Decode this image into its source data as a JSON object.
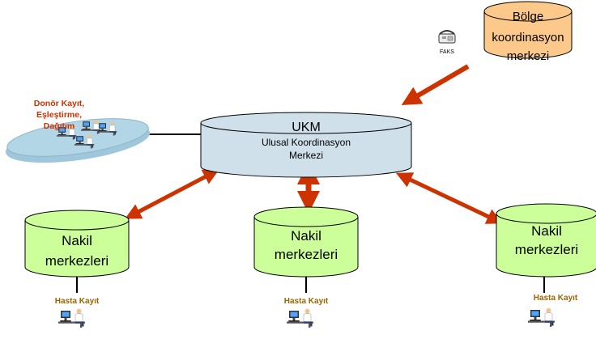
{
  "regional_center": {
    "line1": "Bölge",
    "line2": "koordinasyon",
    "line3": "merkezi"
  },
  "fax": {
    "label": "FAKS"
  },
  "ukm": {
    "title": "UKM",
    "subtitle_line1": "Ulusal Koordinasyon",
    "subtitle_line2": "Merkezi"
  },
  "donor": {
    "line1": "Donör Kayıt,",
    "line2": "Eşleştirme,",
    "line3": "Dağıtım"
  },
  "transplant_centers": [
    {
      "line1": "Nakil",
      "line2": "merkezleri",
      "patient_label": "Hasta Kayıt"
    },
    {
      "line1": "Nakil",
      "line2": "merkezleri",
      "patient_label": "Hasta Kayıt"
    },
    {
      "line1": "Nakil",
      "line2": "merkezleri",
      "patient_label": "Hasta Kayıt"
    }
  ],
  "colors": {
    "cylinder_green": "#ccff99",
    "cylinder_blue": "#cfe0ea",
    "cylinder_orange": "#fcc98a",
    "arrow_red": "#cc3300",
    "donor_text": "#cc3300",
    "patient_text": "#996600",
    "platform": "#b3d6e6"
  }
}
